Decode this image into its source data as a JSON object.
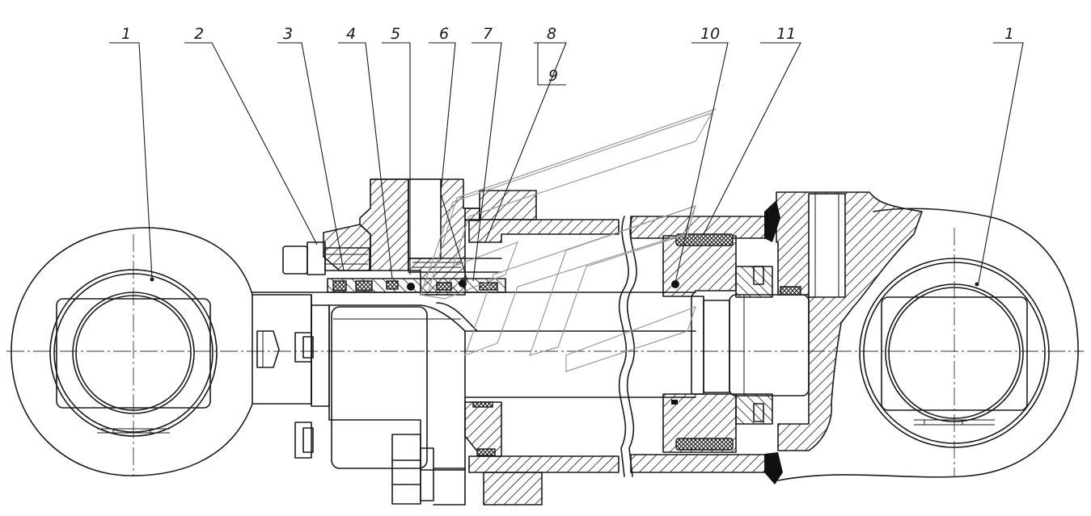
{
  "callouts": [
    {
      "id": "1a",
      "label": "1"
    },
    {
      "id": "2",
      "label": "2"
    },
    {
      "id": "3",
      "label": "3"
    },
    {
      "id": "4",
      "label": "4"
    },
    {
      "id": "5",
      "label": "5"
    },
    {
      "id": "6",
      "label": "6"
    },
    {
      "id": "7",
      "label": "7"
    },
    {
      "id": "8",
      "label": "8"
    },
    {
      "id": "9",
      "label": "9"
    },
    {
      "id": "10",
      "label": "10"
    },
    {
      "id": "11",
      "label": "11"
    },
    {
      "id": "1b",
      "label": "1"
    }
  ],
  "colors": {
    "line": "#1a1a1a",
    "watermark": "#9a9a9a",
    "background": "#ffffff"
  },
  "icons": {
    "watermark": "brand-logo-watermark"
  }
}
